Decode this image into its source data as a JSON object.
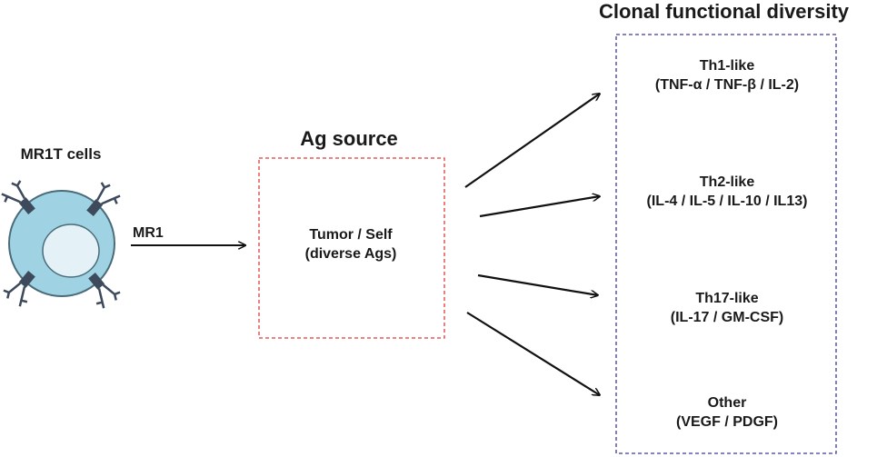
{
  "diagram": {
    "cell_title": "MR1T cells",
    "mr1_label": "MR1",
    "ag_source_title": "Ag source",
    "ag_box_lines": [
      "Tumor / Self",
      "(diverse Ags)"
    ],
    "clonal_title": "Clonal functional diversity",
    "outputs": [
      {
        "name": "Th1-like",
        "cytokines": "(TNF-α / TNF-β / IL-2)"
      },
      {
        "name": "Th2-like",
        "cytokines": "(IL-4 / IL-5 / IL-10 / IL13)"
      },
      {
        "name": "Th17-like",
        "cytokines": "(IL-17 / GM-CSF)"
      },
      {
        "name": "Other",
        "cytokines": "(VEGF / PDGF)"
      }
    ]
  },
  "colors": {
    "cell_fill": "#9fd3e3",
    "cell_stroke": "#4a6c7a",
    "nucleus_fill": "#e4f2f8",
    "receptor": "#3d4a5c",
    "ag_box_border": "#e03b3b",
    "clonal_box_border": "#3a3a9a",
    "arrow": "#111111"
  }
}
